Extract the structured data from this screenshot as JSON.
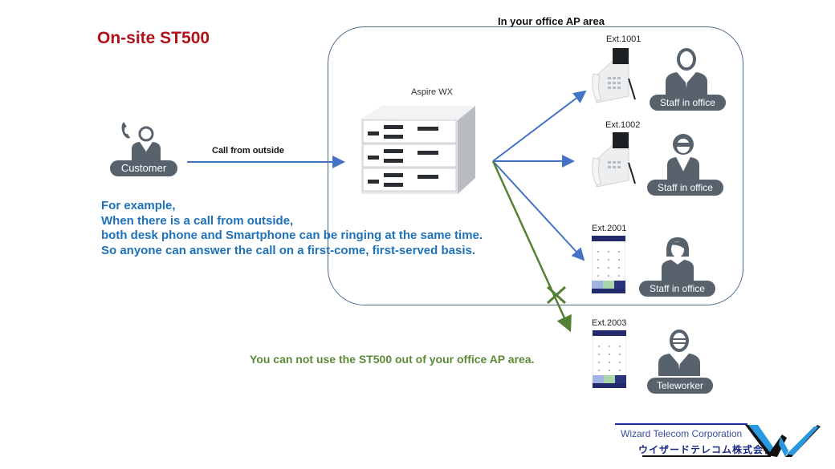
{
  "title": "On-site ST500",
  "ap_area_label": "In your office AP area",
  "customer": {
    "label": "Customer",
    "icon": "customer-with-phone-icon"
  },
  "call_label": "Call from outside",
  "server": {
    "label": "Aspire WX",
    "icon": "pbx-server-icon"
  },
  "endpoints": [
    {
      "ext": "Ext.1001",
      "device": "desk-phone",
      "person_label": "Staff in office",
      "person_icon": "male-staff-icon"
    },
    {
      "ext": "Ext.1002",
      "device": "desk-phone",
      "person_label": "Staff in office",
      "person_icon": "female-staff-glasses-icon"
    },
    {
      "ext": "Ext.2001",
      "device": "smartphone",
      "person_label": "Staff in office",
      "person_icon": "female-staff-icon"
    },
    {
      "ext": "Ext.2003",
      "device": "smartphone",
      "person_label": "Teleworker",
      "person_icon": "male-teleworker-glasses-icon"
    }
  ],
  "description": {
    "lines": [
      "For example,",
      "When there is a call from outside,",
      "both desk phone and Smartphone can be ringing at the same time.",
      "So anyone can answer the call on a first-come, first-served basis."
    ]
  },
  "warning": "You can not use the ST500 out of your office AP area.",
  "logo": {
    "en": "Wizard Telecom Corporation",
    "jp": "ウイザードテレコム株式会社"
  },
  "colors": {
    "title": "#b0121a",
    "blue_arrow": "#4472c4",
    "green_arrow": "#548235",
    "description": "#1f72b8",
    "pill": "#57626c"
  }
}
